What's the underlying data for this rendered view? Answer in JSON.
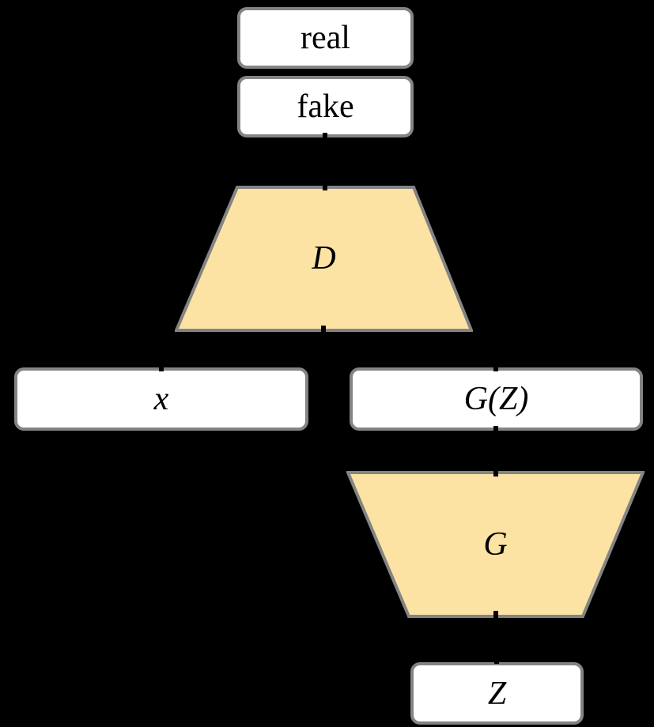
{
  "diagram": {
    "description": "GAN architecture flow diagram",
    "nodes": [
      {
        "id": "real",
        "label": "real",
        "shape": "rounded-box"
      },
      {
        "id": "fake",
        "label": "fake",
        "shape": "rounded-box"
      },
      {
        "id": "discriminator",
        "label": "D",
        "shape": "trapezoid-narrow-top"
      },
      {
        "id": "x",
        "label": "x",
        "shape": "rounded-box"
      },
      {
        "id": "g-of-z",
        "label": "G(Z)",
        "shape": "rounded-box"
      },
      {
        "id": "generator",
        "label": "G",
        "shape": "trapezoid-narrow-bottom"
      },
      {
        "id": "z",
        "label": "Z",
        "shape": "rounded-box"
      }
    ],
    "colors": {
      "background": "#000000",
      "box_fill": "#ffffff",
      "box_border": "#848484",
      "trapezoid_fill": "#fce3a4",
      "trapezoid_border": "#848484",
      "text": "#000000",
      "connector": "#000000"
    }
  }
}
